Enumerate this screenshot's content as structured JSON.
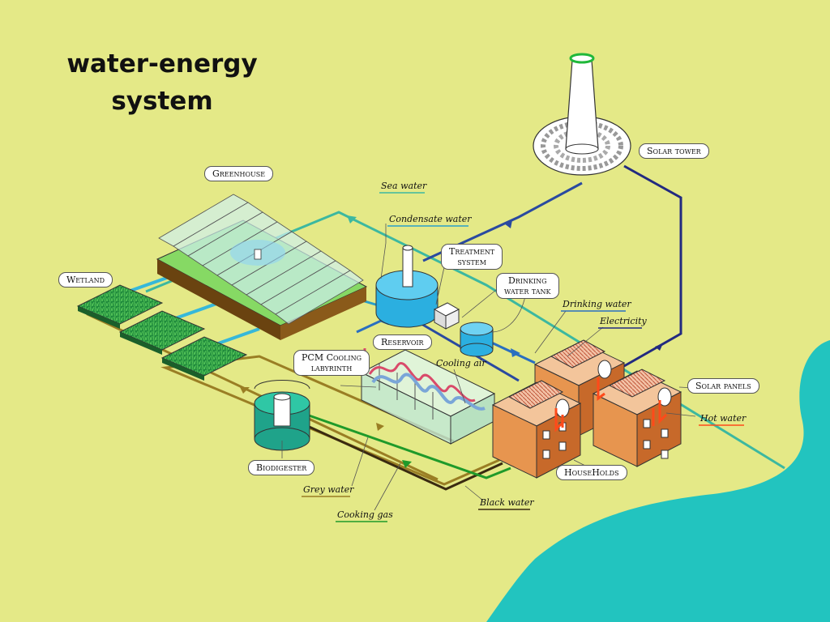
{
  "title": {
    "line1": "water-energy",
    "line2": "system"
  },
  "components": {
    "greenhouse": "Greenhouse",
    "wetland": "Wetland",
    "biodigester": "Biodigester",
    "reservoir": "Reservoir",
    "treatment": {
      "line1": "Treatment",
      "line2": "system"
    },
    "drinking_tank": {
      "line1": "Drinking",
      "line2": "water tank"
    },
    "pcm": {
      "line1": "PCM Cooling",
      "line2": "labyrinth"
    },
    "solar_tower": "Solar tower",
    "solar_panels": "Solar panels",
    "households": "HouseHolds"
  },
  "flows": {
    "sea_water": "Sea water",
    "condensate_water": "Condensate water",
    "drinking_water": "Drinking water",
    "electricity": "Electricity",
    "cooling_air": "Cooling air",
    "hot_water": "Hot water",
    "grey_water": "Grey water",
    "cooking_gas": "Cooking gas",
    "black_water": "Black water"
  },
  "colors": {
    "background": "#e4e987",
    "sea": "#22c4bf",
    "sea_water_line": "#3cb8a0",
    "condensate_line": "#2a9fc9",
    "electricity_line": "#222a80",
    "grey_water_line": "#9a7e24",
    "black_water_line": "#3a2a10",
    "cooking_gas_line": "#1f9a2a",
    "hot_water": "#ff4a1a",
    "house_walls": "#e7954f"
  }
}
